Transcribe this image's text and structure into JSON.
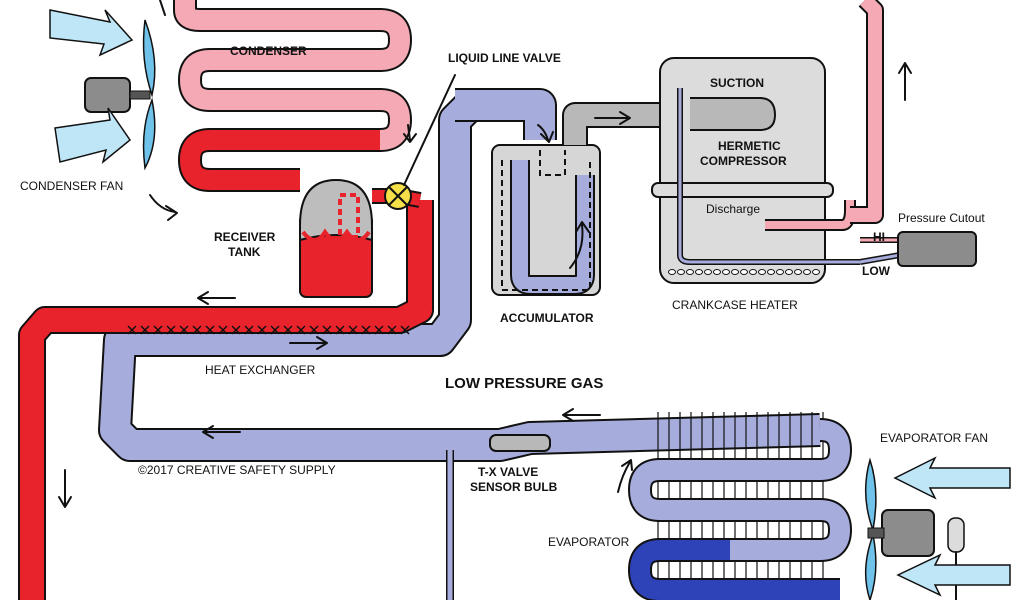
{
  "labels": {
    "condenser": "CONDENSER",
    "liquid_line_valve": "LIQUID LINE VALVE",
    "suction": "SUCTION",
    "hermetic": "HERMETIC",
    "compressor": "COMPRESSOR",
    "discharge": "Discharge",
    "pressure_cutout": "Pressure Cutout",
    "hi": "HI",
    "low": "LOW",
    "condenser_fan": "CONDENSER FAN",
    "receiver": "RECEIVER",
    "tank": "TANK",
    "accumulator": "ACCUMULATOR",
    "crankcase_heater": "CRANKCASE HEATER",
    "heat_exchanger": "HEAT EXCHANGER",
    "low_pressure_gas": "LOW PRESSURE GAS",
    "evaporator_fan": "EVAPORATOR FAN",
    "copyright": "©2017 CREATIVE SAFETY SUPPLY",
    "tx_valve": "T-X VALVE",
    "sensor_bulb": "SENSOR BULB",
    "evaporator": "EVAPORATOR"
  },
  "colors": {
    "hot_liquid": "#e8232b",
    "hot_gas": "#f4a9b4",
    "low_gas": "#a6addc",
    "cold_liquid": "#2f43b8",
    "compressor_body": "#dcdcdc",
    "gray_pipe": "#b8b8b8",
    "air_arrow": "#bfe6f7",
    "fan_blade": "#6fc3ea",
    "motor": "#8c8c8c"
  }
}
